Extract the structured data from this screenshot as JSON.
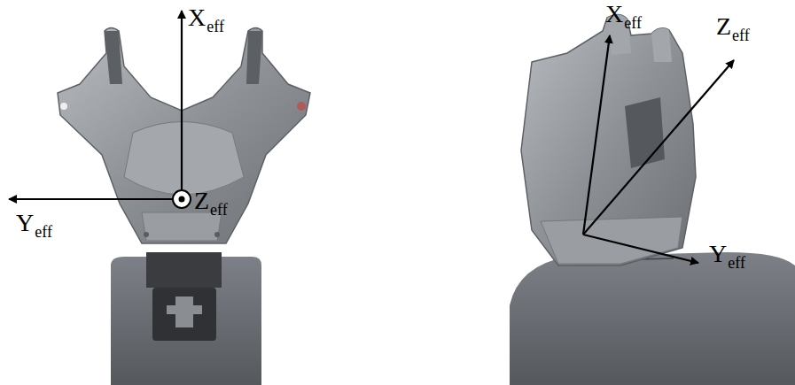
{
  "diagram": {
    "labels": [
      "X",
      "eff",
      "Y",
      "eff",
      "Z",
      "eff",
      "X",
      "eff",
      "Z",
      "eff",
      "Y",
      "eff"
    ]
  }
}
